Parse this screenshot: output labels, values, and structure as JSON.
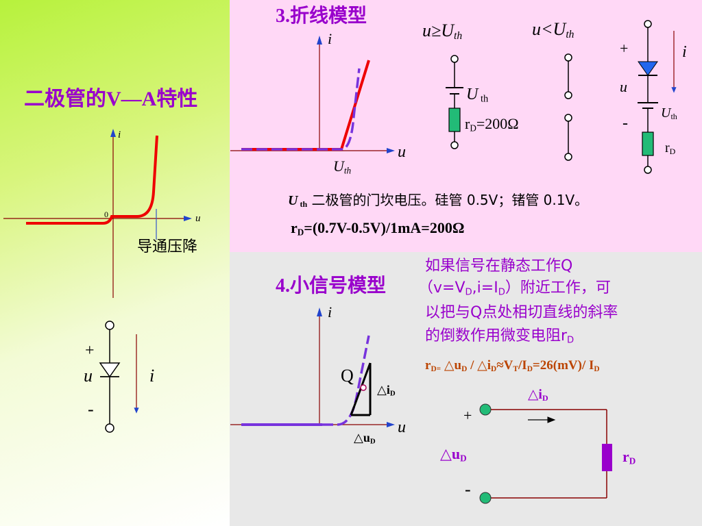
{
  "left": {
    "title": "二极管的V—A特性",
    "axis_i": "i",
    "axis_u": "u",
    "origin": "0",
    "conduction_drop": "导通压降",
    "diode_plus": "+",
    "diode_u": "u",
    "diode_i": "i",
    "diode_minus": "-"
  },
  "piecewise": {
    "title": "3.折线模型",
    "axis_i": "i",
    "axis_u": "u",
    "uth_u": "U",
    "uth_sub": "th",
    "cond_ge_u": "u≥U",
    "cond_ge_sub": "th",
    "cond_lt_u": "u<U",
    "cond_lt_sub": "th",
    "battery_u": "U",
    "battery_sub": " th",
    "rd_label": "r",
    "rd_sub": "D",
    "rd_value": "=200Ω",
    "model_plus": "+",
    "model_i": "i",
    "model_u": "u",
    "model_minus": "-",
    "model_uth_u": "U",
    "model_uth_sub": "th",
    "model_rd": "r",
    "model_rd_sub": "D",
    "note_u": "U",
    "note_sub": " th",
    "note_text": " 二极管的门坎电压。硅管 0.5V；锗管 0.1V。",
    "formula_r": "r",
    "formula_sub": "D",
    "formula_rest": "=(0.7V-0.5V)/1mA=200Ω"
  },
  "smallsignal": {
    "title": "4.小信号模型",
    "axis_i": "i",
    "axis_u": "u",
    "q_label": "Q",
    "di_tri": "△i",
    "di_sub": "D",
    "du_tri": "△u",
    "du_sub": "D",
    "desc_line1": "如果信号在静态工作Q",
    "desc_line2a": "（v=V",
    "desc_line2b": "D",
    "desc_line2c": ",i=I",
    "desc_line2d": "D",
    "desc_line2e": "）附近工作，可",
    "desc_line3": "以把与Q点处相切直线的斜率",
    "desc_line4a": "的倒数作用微变电阻r",
    "desc_line4b": "D",
    "eq_a": "r",
    "eq_b": "D=",
    "eq_c": " △u",
    "eq_d": "D",
    "eq_e": " / △i",
    "eq_f": "D",
    "eq_g": "≈V",
    "eq_h": "T",
    "eq_i": "/I",
    "eq_j": "D",
    "eq_k": "=26(mV)/ I",
    "eq_l": "D",
    "circ_di": "△i",
    "circ_di_sub": "D",
    "circ_plus": "+",
    "circ_du": "△u",
    "circ_du_sub": "D",
    "circ_minus": "-",
    "circ_rd": "r",
    "circ_rd_sub": "D"
  },
  "colors": {
    "purple": "#9900cc",
    "red": "#ee0000",
    "dashed": "#7733dd",
    "green": "#22bb77",
    "axis": "#880000",
    "blue": "#2244cc"
  }
}
